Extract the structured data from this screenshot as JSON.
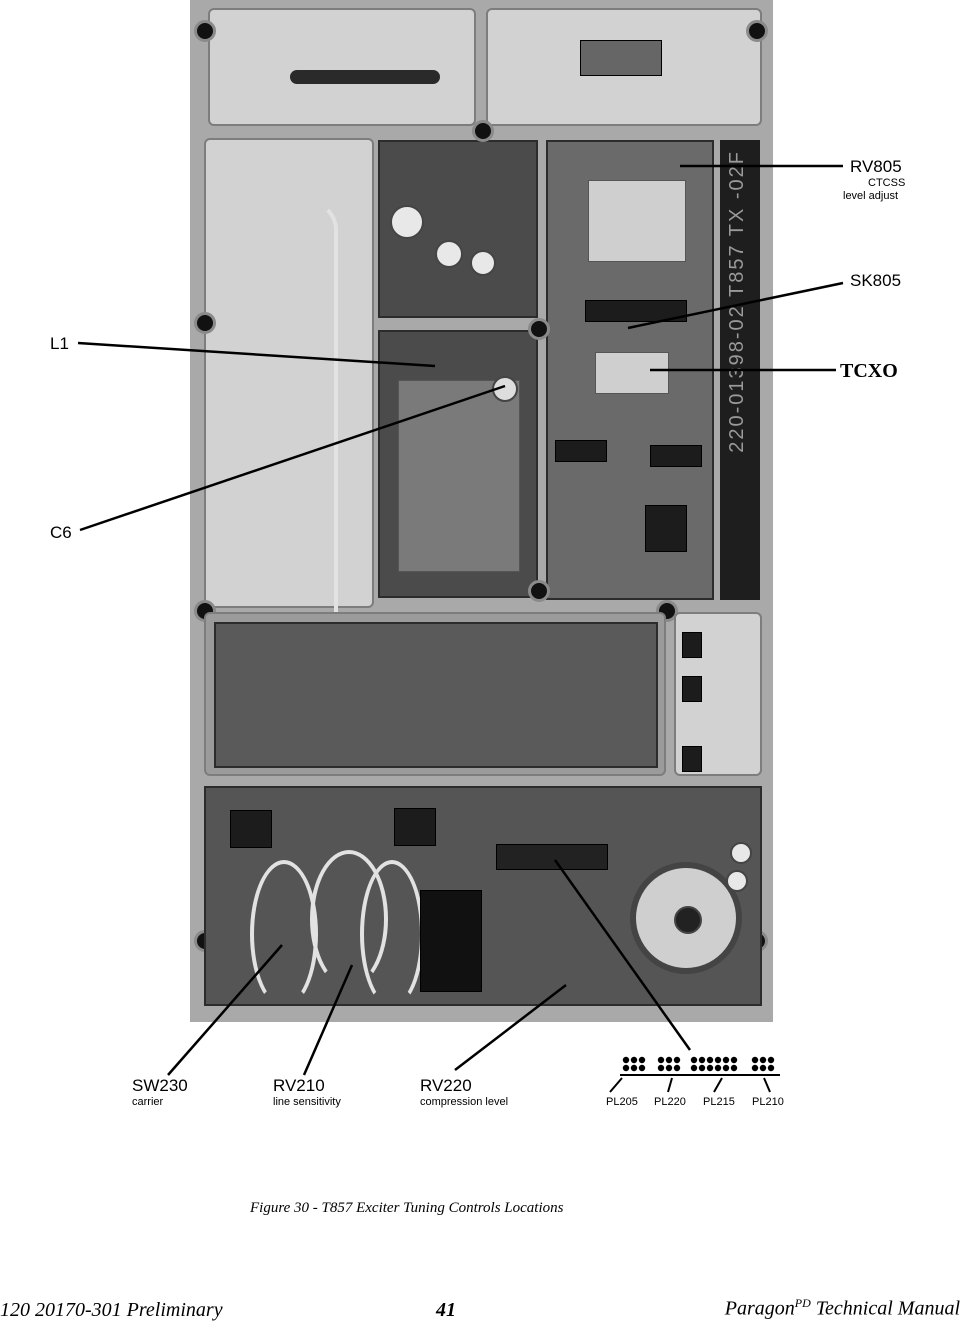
{
  "callouts": {
    "rv805": {
      "label": "RV805",
      "desc_line1": "CTCSS",
      "desc_line2": "level adjust"
    },
    "sk805": {
      "label": "SK805"
    },
    "tcxo": {
      "label": "TCXO"
    },
    "l1": {
      "label": "L1"
    },
    "c6": {
      "label": "C6"
    },
    "sw230": {
      "label": "SW230",
      "desc": "carrier"
    },
    "rv210": {
      "label": "RV210",
      "desc": "line sensitivity"
    },
    "rv220": {
      "label": "RV220",
      "desc": "compression level"
    }
  },
  "plugs": [
    "PL205",
    "PL220",
    "PL215",
    "PL210"
  ],
  "board_marking": "220-01398-02  T857 TX  -02F",
  "caption": "Figure 30 - T857 Exciter Tuning Controls Locations",
  "footer": {
    "doc_number": "120 20170-301 Preliminary",
    "page_number": "41",
    "manual_brand": "Paragon",
    "manual_brand_sup": "PD",
    "manual_title": " Technical Manual"
  }
}
